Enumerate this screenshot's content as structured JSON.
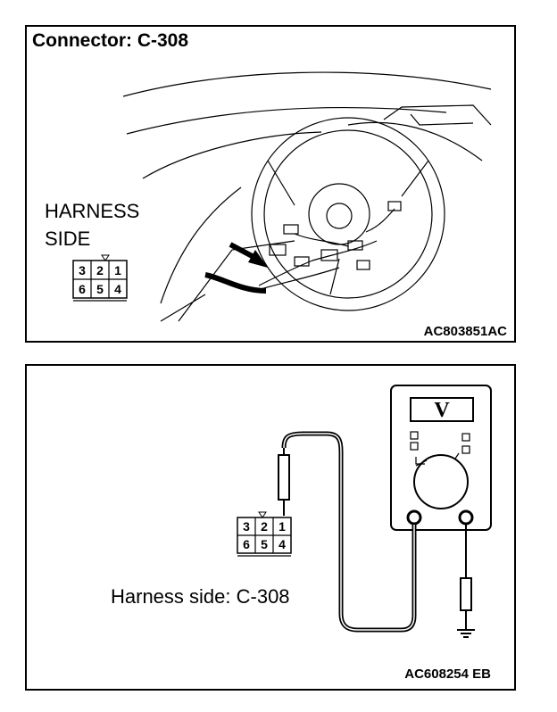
{
  "top_panel": {
    "title": "Connector: C-308",
    "harness_label_line1": "HARNESS",
    "harness_label_line2": "SIDE",
    "figure_code": "AC803851AC",
    "connector_pins_row1": [
      "3",
      "2",
      "1"
    ],
    "connector_pins_row2": [
      "6",
      "5",
      "4"
    ]
  },
  "bottom_panel": {
    "label": "Harness side: C-308",
    "figure_code": "AC608254 EB",
    "meter_display": "V",
    "connector_pins_row1": [
      "3",
      "2",
      "1"
    ],
    "connector_pins_row2": [
      "6",
      "5",
      "4"
    ]
  }
}
